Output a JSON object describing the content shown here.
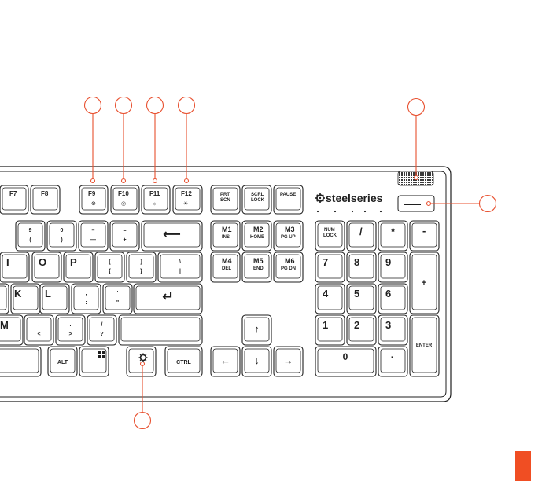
{
  "colors": {
    "callout": "#e8502f",
    "outline": "#1f1f1f",
    "key_fill": "#ffffff",
    "grille": "#3a3a3a",
    "corner_tab": "#f04e23"
  },
  "brand": {
    "name": "steelseries",
    "icon": "steelseries-logo-icon"
  },
  "icons": {
    "enter": "↵",
    "backspace": "⟵",
    "up": "↑",
    "down": "↓",
    "left": "←",
    "right": "→",
    "f9": "⊙",
    "f10": "◎",
    "f11": "☼",
    "f12": "☀",
    "steelseries_key": "steelseries-logo-icon",
    "windows": "windows-icon"
  },
  "keys": {
    "f7": "F7",
    "f8": "F8",
    "f9": "F9",
    "f10": "F10",
    "f11": "F11",
    "f12": "F12",
    "prt_scn_1": "PRT",
    "prt_scn_2": "SCN",
    "scrl_lock_1": "SCRL",
    "scrl_lock_2": "LOCK",
    "pause": "PAUSE",
    "k9": "9",
    "k9_shift": "(",
    "k0": "0",
    "k0_shift": ")",
    "minus": "–",
    "minus_shift": "—",
    "equals": "=",
    "equals_shift": "+",
    "m1": "M1",
    "m1_sub": "INS",
    "m2": "M2",
    "m2_sub": "HOME",
    "m3": "M3",
    "m3_sub": "PG UP",
    "m4": "M4",
    "m4_sub": "DEL",
    "m5": "M5",
    "m5_sub": "END",
    "m6": "M6",
    "m6_sub": "PG DN",
    "num_lock_1": "NUM",
    "num_lock_2": "LOCK",
    "num_slash": "/",
    "num_star": "*",
    "num_minus": "-",
    "num_plus": "+",
    "n7": "7",
    "n8": "8",
    "n9": "9",
    "n4": "4",
    "n5": "5",
    "n6": "6",
    "n1": "1",
    "n2": "2",
    "n3": "3",
    "n0": "0",
    "n_dot": "·",
    "enter": "ENTER",
    "i": "I",
    "o": "O",
    "p": "P",
    "lbracket": "[",
    "lbracket_shift": "{",
    "rbracket": "]",
    "rbracket_shift": "}",
    "backslash": "\\",
    "backslash_shift": "|",
    "k": "K",
    "l": "L",
    "semicolon": ";",
    "semicolon_shift": ":",
    "quote": "'",
    "quote_shift": "\"",
    "m": "M",
    "comma": ",",
    "comma_shift": "<",
    "period": ".",
    "period_shift": ">",
    "slash": "/",
    "slash_shift": "?",
    "alt": "ALT",
    "ctrl": "CTRL"
  }
}
